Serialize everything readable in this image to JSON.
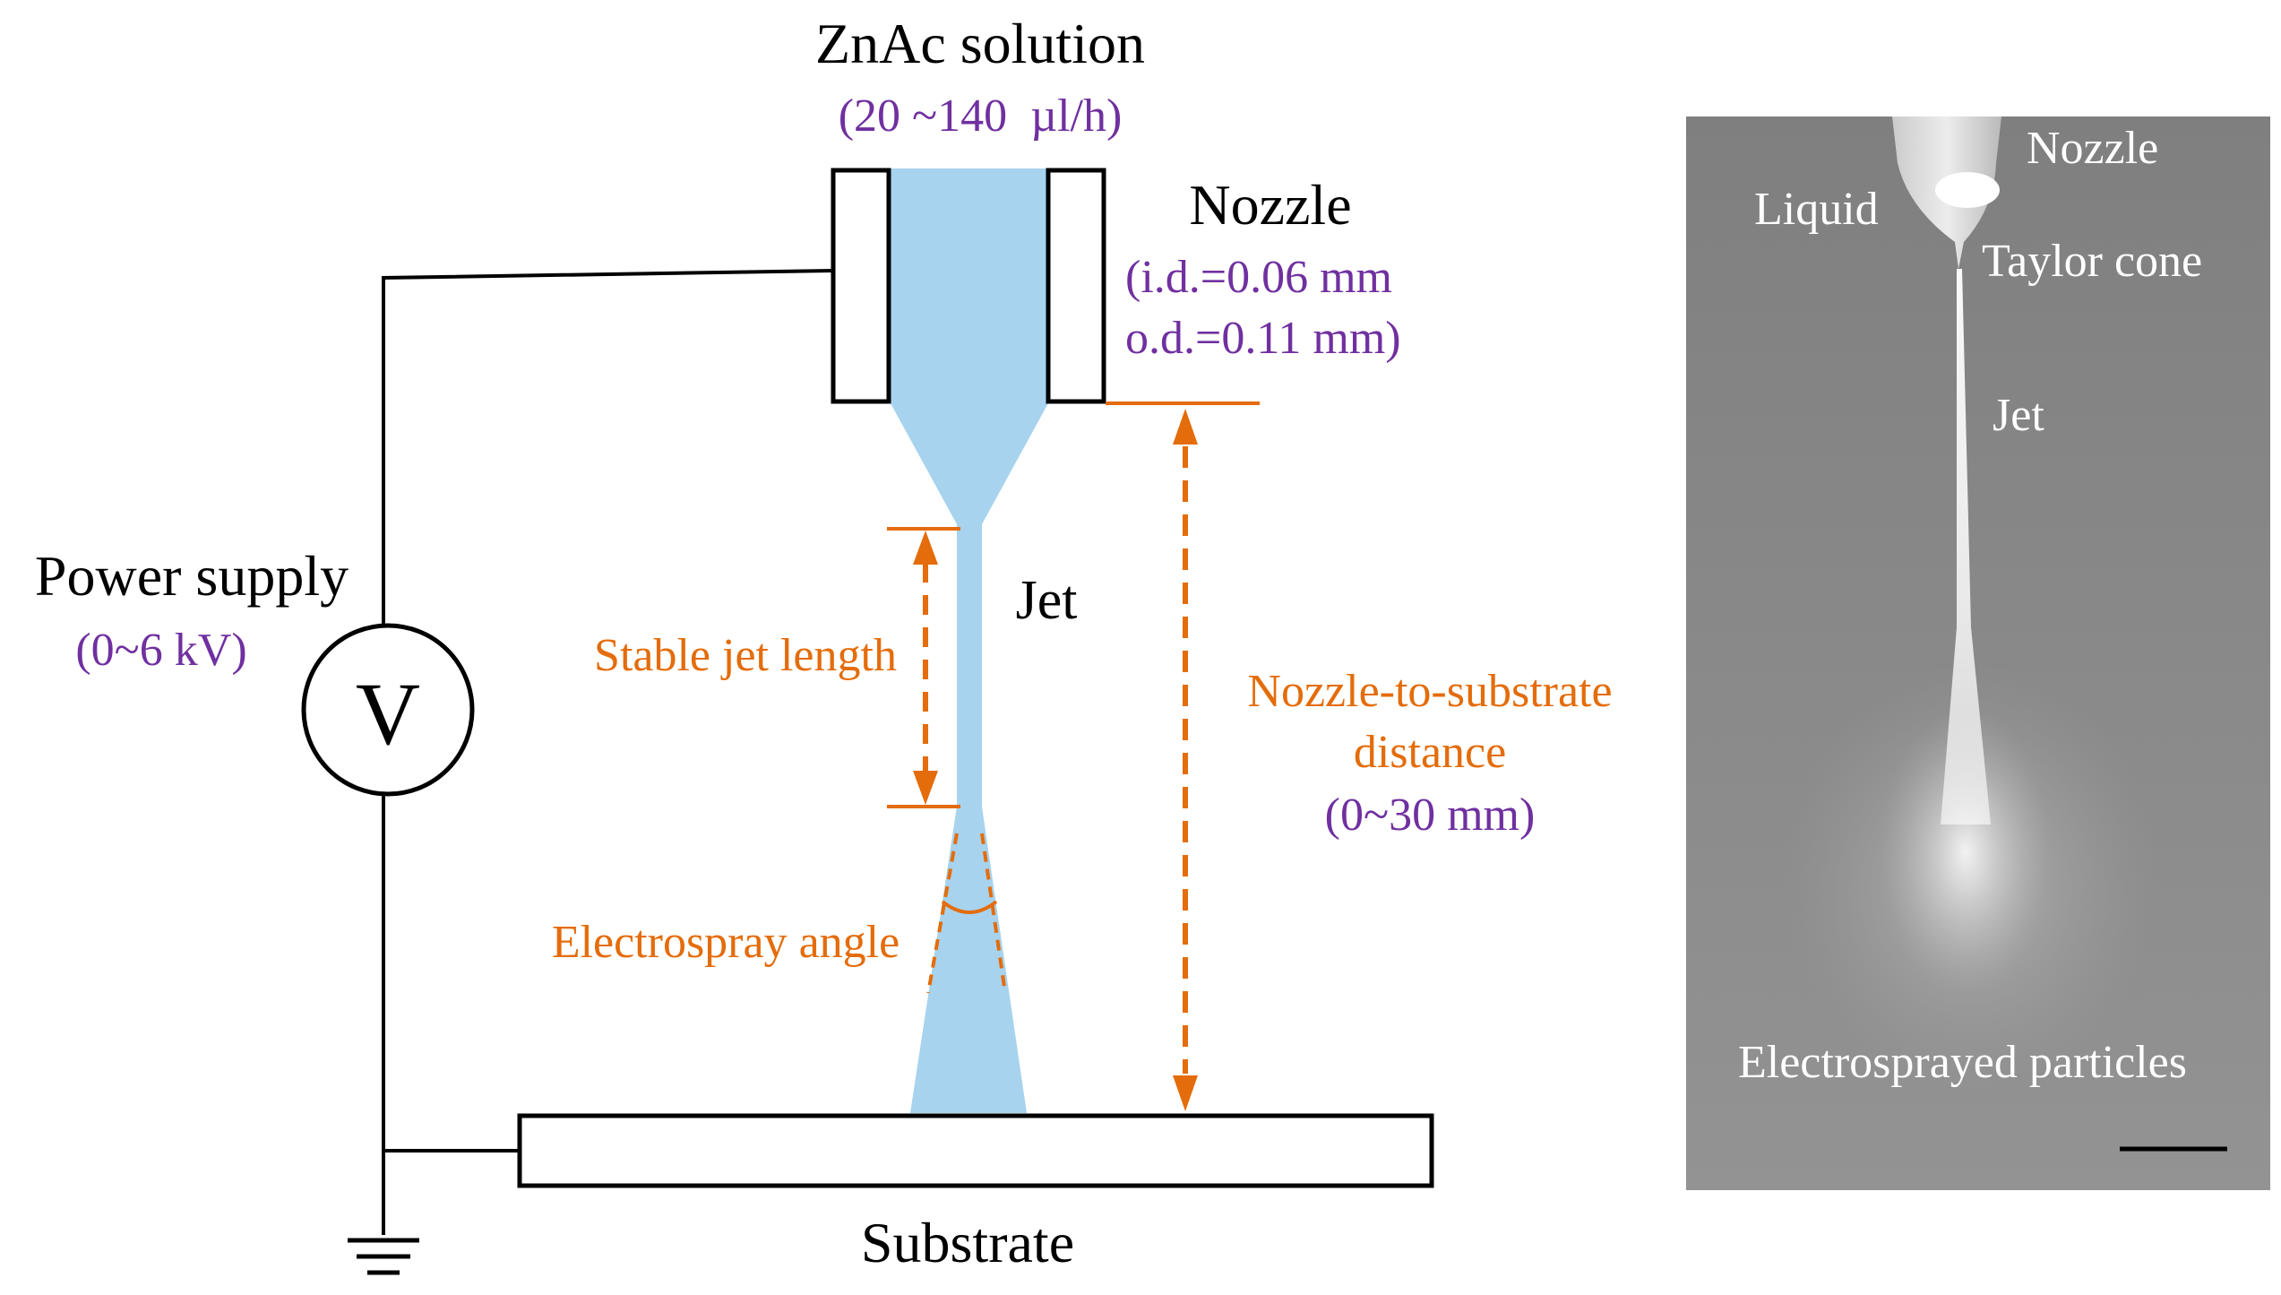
{
  "schematic": {
    "solution_label": "ZnAc solution",
    "flow_rate": "(20 ~140  µl/h)",
    "nozzle_label": "Nozzle",
    "nozzle_id": "(i.d.=0.06 mm",
    "nozzle_od": "o.d.=0.11 mm)",
    "power_label": "Power supply",
    "power_range": "(0~6 kV)",
    "voltmeter_symbol": "V",
    "jet_label": "Jet",
    "stable_jet_label": "Stable jet length",
    "spray_angle_label": "Electrospray angle",
    "distance_label_1": "Nozzle-to-substrate",
    "distance_label_2": "distance",
    "distance_range": "(0~30 mm)",
    "substrate_label": "Substrate"
  },
  "photo": {
    "nozzle_label": "Nozzle",
    "liquid_label": "Liquid",
    "taylor_cone_label": "Taylor cone",
    "jet_label": "Jet",
    "particles_label": "Electrosprayed particles"
  },
  "colors": {
    "purple": "#7030A0",
    "orange": "#E46C0A",
    "liquid": "#A7D3EE",
    "black": "#000000",
    "photo_bg": "#8A8A8A"
  }
}
